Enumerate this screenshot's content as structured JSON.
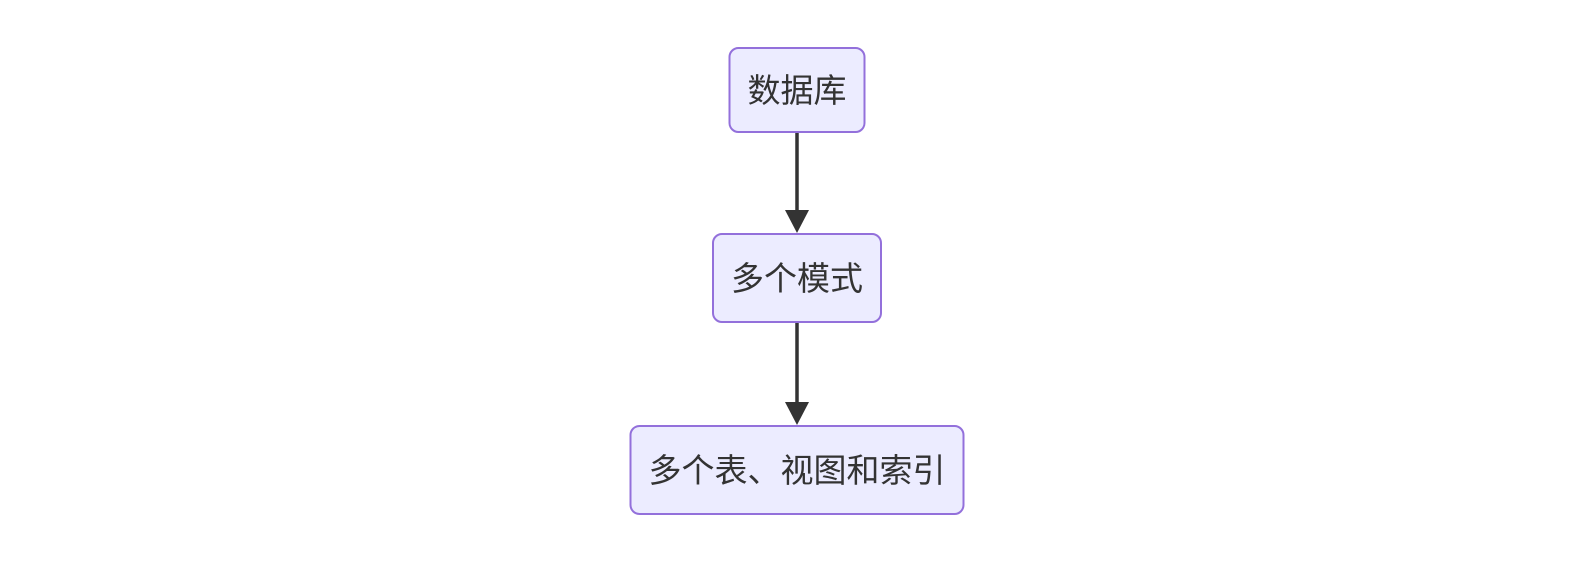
{
  "diagram": {
    "type": "flowchart",
    "direction": "top-down",
    "background": "#FFFFFF",
    "node_style": {
      "fill": "#ECECFF",
      "border_color": "#9370DB",
      "text_color": "#333333"
    },
    "edge_style": {
      "color": "#333333",
      "arrowhead": "filled-triangle"
    },
    "nodes": [
      {
        "id": "n1",
        "label": "数据库"
      },
      {
        "id": "n2",
        "label": "多个模式"
      },
      {
        "id": "n3",
        "label": "多个表、视图和索引"
      }
    ],
    "edges": [
      {
        "from": "n1",
        "to": "n2"
      },
      {
        "from": "n2",
        "to": "n3"
      }
    ]
  }
}
